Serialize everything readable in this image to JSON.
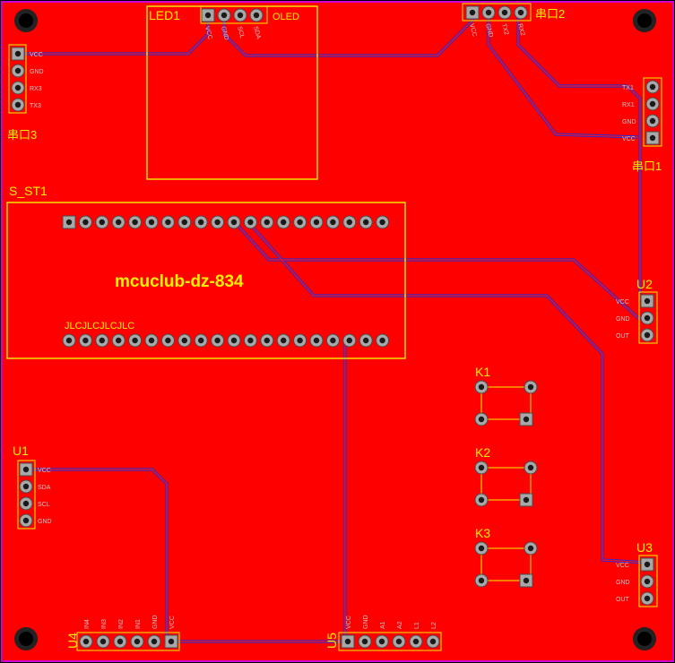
{
  "board": {
    "title": "mcuclub-dz-834",
    "colors": {
      "copper": "#ff0000",
      "silkscreen": "#f2f200",
      "bottom_trace": "#2a2ad8",
      "outline": "#d000d0",
      "pad": "#a8a8a8"
    }
  },
  "components": {
    "led1": {
      "ref": "LED1",
      "value": "OLED",
      "pins": [
        "VCC",
        "GND",
        "SCL",
        "SDA"
      ]
    },
    "uart2": {
      "ref": "串口2",
      "pins": [
        "VCC",
        "GND",
        "TX2",
        "RX2"
      ]
    },
    "uart3": {
      "ref": "串口3",
      "pins": [
        "VCC",
        "GND",
        "RX3",
        "TX3"
      ]
    },
    "uart1": {
      "ref": "串口1",
      "pins": [
        "TX1",
        "RX1",
        "GND",
        "VCC"
      ]
    },
    "s_st1": {
      "ref": "S_ST1",
      "marking": "JLCJLCJLCJLC"
    },
    "u1": {
      "ref": "U1",
      "pins": [
        "VCC",
        "SDA",
        "SCL",
        "GND"
      ]
    },
    "u2": {
      "ref": "U2",
      "pins": [
        "VCC",
        "GND",
        "OUT"
      ]
    },
    "u3": {
      "ref": "U3",
      "pins": [
        "VCC",
        "GND",
        "OUT"
      ]
    },
    "u4": {
      "ref": "U4",
      "pins": [
        "IN4",
        "IN3",
        "IN2",
        "IN1",
        "GND",
        "VCC"
      ]
    },
    "u5": {
      "ref": "U5",
      "pins": [
        "VCC",
        "GND",
        "A1",
        "A2",
        "L1",
        "L2"
      ]
    },
    "k1": {
      "ref": "K1"
    },
    "k2": {
      "ref": "K2"
    },
    "k3": {
      "ref": "K3"
    }
  }
}
